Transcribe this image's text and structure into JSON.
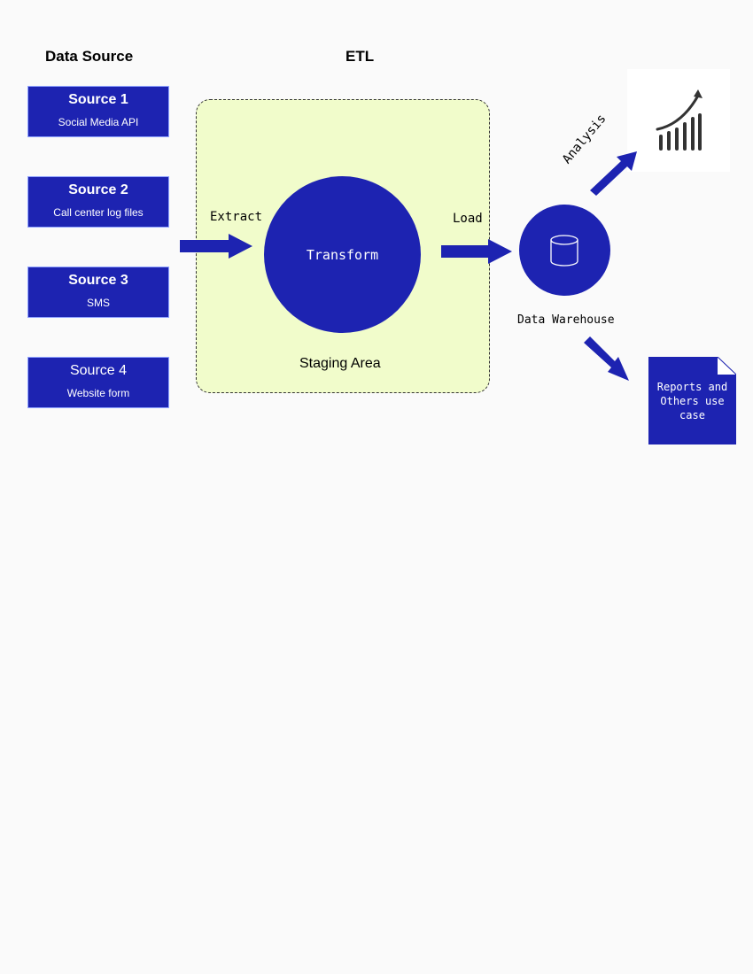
{
  "headings": {
    "data_source": "Data Source",
    "etl": "ETL"
  },
  "sources": [
    {
      "title": "Source 1",
      "subtitle": "Social Media API",
      "bold": true
    },
    {
      "title": "Source 2",
      "subtitle": "Call center log files",
      "bold": true
    },
    {
      "title": "Source 3",
      "subtitle": "SMS",
      "bold": true
    },
    {
      "title": "Source 4",
      "subtitle": "Website form",
      "bold": false
    }
  ],
  "etl": {
    "transform_label": "Transform",
    "staging_label": "Staging Area",
    "extract_label": "Extract",
    "load_label": "Load"
  },
  "warehouse": {
    "label": "Data Warehouse",
    "icon": "database-icon"
  },
  "analysis": {
    "label": "Analysis",
    "icon": "growth-chart-icon"
  },
  "reports": {
    "line1": "Reports and",
    "line2": "Others use",
    "line3": "case"
  },
  "colors": {
    "primary": "#1d23b1",
    "staging_bg": "#f1fccb",
    "page_bg": "#fafafa"
  }
}
